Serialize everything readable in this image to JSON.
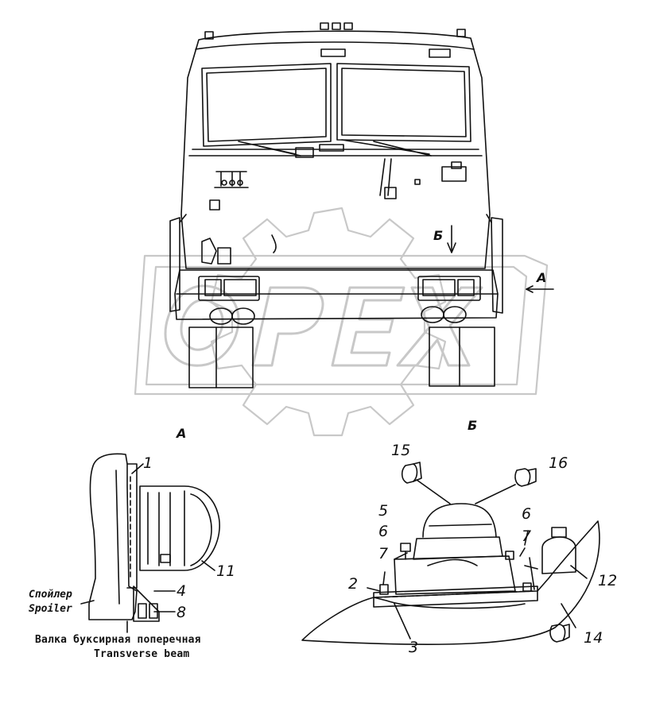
{
  "watermark": {
    "text": "OPEX"
  },
  "views": {
    "a_marker": "A",
    "b_marker": "Б",
    "a_title": "A",
    "b_title": "Б"
  },
  "left_view": {
    "spoiler_ru": "Спойлер",
    "spoiler_en": "Spoiler",
    "beam_ru": "Валка буксирная поперечная",
    "beam_en": "Transverse beam",
    "callouts": [
      "1",
      "11",
      "4",
      "8"
    ]
  },
  "right_view": {
    "callouts": [
      "15",
      "16",
      "5",
      "6",
      "6",
      "7",
      "7",
      "2",
      "3",
      "12",
      "14"
    ]
  }
}
